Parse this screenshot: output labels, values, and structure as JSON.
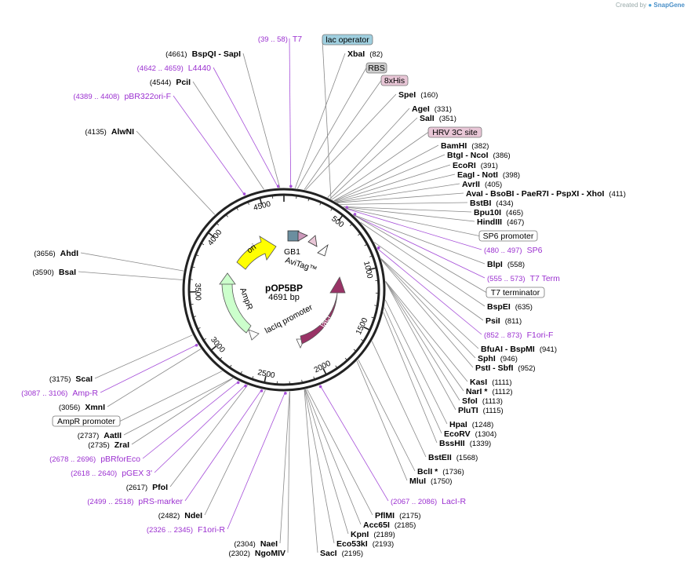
{
  "credit": {
    "prefix": "Created by",
    "brand": "SnapGene"
  },
  "plasmid": {
    "name": "pOP5BP",
    "size_label": "4691 bp",
    "length": 4691
  },
  "ticks": [
    "500",
    "1000",
    "1500",
    "2000",
    "2500",
    "3000",
    "3500",
    "4000",
    "4500"
  ],
  "features": [
    {
      "name": "ori",
      "color": "#ffff00"
    },
    {
      "name": "AmpR",
      "color": "#ccffcc"
    },
    {
      "name": "lacIq promoter",
      "color": "#ffffff"
    },
    {
      "name": "lacI",
      "color": "#993366"
    },
    {
      "name": "GB1",
      "color": "#6b8e9f"
    },
    {
      "name": "AviTag™",
      "color": "#cc99bb"
    }
  ],
  "boxed_labels": [
    {
      "text": "lac operator",
      "fill": "#9fcfdf"
    },
    {
      "text": "RBS",
      "fill": "#cccccc"
    },
    {
      "text": "8xHis",
      "fill": "#e8c6d6"
    },
    {
      "text": "HRV 3C site",
      "fill": "#e8c6d6"
    },
    {
      "text": "SP6 promoter",
      "fill": "#ffffff"
    },
    {
      "text": "T7 terminator",
      "fill": "#ffffff"
    },
    {
      "text": "AmpR promoter",
      "fill": "#ffffff"
    }
  ],
  "sites": [
    {
      "kind": "primer",
      "name": "T7",
      "range": "(39 .. 58)"
    },
    {
      "kind": "enzyme",
      "name": "XbaI",
      "pos": "(82)"
    },
    {
      "kind": "enzyme",
      "name": "SpeI",
      "pos": "(160)"
    },
    {
      "kind": "enzyme",
      "name": "AgeI",
      "pos": "(331)"
    },
    {
      "kind": "enzyme",
      "name": "SalI",
      "pos": "(351)"
    },
    {
      "kind": "enzyme",
      "name": "BamHI",
      "pos": "(382)"
    },
    {
      "kind": "enzyme",
      "name": "BtgI - NcoI",
      "pos": "(386)"
    },
    {
      "kind": "enzyme",
      "name": "EcoRI",
      "pos": "(391)"
    },
    {
      "kind": "enzyme",
      "name": "EagI - NotI",
      "pos": "(398)"
    },
    {
      "kind": "enzyme",
      "name": "AvrII",
      "pos": "(405)"
    },
    {
      "kind": "enzyme",
      "name": "AvaI - BsoBI - PaeR7I - PspXI - XhoI",
      "pos": "(411)"
    },
    {
      "kind": "enzyme",
      "name": "BstBI",
      "pos": "(434)"
    },
    {
      "kind": "enzyme",
      "name": "Bpu10I",
      "pos": "(465)"
    },
    {
      "kind": "enzyme",
      "name": "HindIII",
      "pos": "(467)"
    },
    {
      "kind": "primer",
      "name": "SP6",
      "range": "(480 .. 497)"
    },
    {
      "kind": "enzyme",
      "name": "BlpI",
      "pos": "(558)"
    },
    {
      "kind": "primer",
      "name": "T7 Term",
      "range": "(555 .. 573)"
    },
    {
      "kind": "enzyme",
      "name": "BspEI",
      "pos": "(635)"
    },
    {
      "kind": "enzyme",
      "name": "PsiI",
      "pos": "(811)"
    },
    {
      "kind": "primer",
      "name": "F1ori-F",
      "range": "(852 .. 873)"
    },
    {
      "kind": "enzyme",
      "name": "BfuAI - BspMI",
      "pos": "(941)"
    },
    {
      "kind": "enzyme",
      "name": "SphI",
      "pos": "(946)"
    },
    {
      "kind": "enzyme",
      "name": "PstI - SbfI",
      "pos": "(952)"
    },
    {
      "kind": "enzyme",
      "name": "KasI",
      "pos": "(1111)"
    },
    {
      "kind": "enzyme",
      "name": "NarI *",
      "pos": "(1112)"
    },
    {
      "kind": "enzyme",
      "name": "SfoI",
      "pos": "(1113)"
    },
    {
      "kind": "enzyme",
      "name": "PluTI",
      "pos": "(1115)"
    },
    {
      "kind": "enzyme",
      "name": "HpaI",
      "pos": "(1248)"
    },
    {
      "kind": "enzyme",
      "name": "EcoRV",
      "pos": "(1304)"
    },
    {
      "kind": "enzyme",
      "name": "BssHII",
      "pos": "(1339)"
    },
    {
      "kind": "enzyme",
      "name": "BstEII",
      "pos": "(1568)"
    },
    {
      "kind": "enzyme",
      "name": "BclI *",
      "pos": "(1736)"
    },
    {
      "kind": "enzyme",
      "name": "MluI",
      "pos": "(1750)"
    },
    {
      "kind": "primer",
      "name": "LacI-R",
      "range": "(2067 .. 2086)"
    },
    {
      "kind": "enzyme",
      "name": "PflMI",
      "pos": "(2175)"
    },
    {
      "kind": "enzyme",
      "name": "Acc65I",
      "pos": "(2185)"
    },
    {
      "kind": "enzyme",
      "name": "KpnI",
      "pos": "(2189)"
    },
    {
      "kind": "enzyme",
      "name": "Eco53kI",
      "pos": "(2193)"
    },
    {
      "kind": "enzyme",
      "name": "SacI",
      "pos": "(2195)"
    },
    {
      "kind": "enzyme",
      "name": "NaeI",
      "pos": "(2304)"
    },
    {
      "kind": "enzyme",
      "name": "NgoMIV",
      "pos": "(2302)"
    },
    {
      "kind": "primer",
      "name": "F1ori-R",
      "range": "(2326 .. 2345)"
    },
    {
      "kind": "enzyme",
      "name": "NdeI",
      "pos": "(2482)"
    },
    {
      "kind": "primer",
      "name": "pRS-marker",
      "range": "(2499 .. 2518)"
    },
    {
      "kind": "enzyme",
      "name": "PfoI",
      "pos": "(2617)"
    },
    {
      "kind": "primer",
      "name": "pGEX 3'",
      "range": "(2618 .. 2640)"
    },
    {
      "kind": "primer",
      "name": "pBRforEco",
      "range": "(2678 .. 2696)"
    },
    {
      "kind": "enzyme",
      "name": "ZraI",
      "pos": "(2735)"
    },
    {
      "kind": "enzyme",
      "name": "AatII",
      "pos": "(2737)"
    },
    {
      "kind": "enzyme",
      "name": "XmnI",
      "pos": "(3056)"
    },
    {
      "kind": "primer",
      "name": "Amp-R",
      "range": "(3087 .. 3106)"
    },
    {
      "kind": "enzyme",
      "name": "ScaI",
      "pos": "(3175)"
    },
    {
      "kind": "enzyme",
      "name": "BsaI",
      "pos": "(3590)"
    },
    {
      "kind": "enzyme",
      "name": "AhdI",
      "pos": "(3656)"
    },
    {
      "kind": "enzyme",
      "name": "AlwNI",
      "pos": "(4135)"
    },
    {
      "kind": "primer",
      "name": "pBR322ori-F",
      "range": "(4389 .. 4408)"
    },
    {
      "kind": "enzyme",
      "name": "PciI",
      "pos": "(4544)"
    },
    {
      "kind": "primer",
      "name": "L4440",
      "range": "(4642 .. 4659)"
    },
    {
      "kind": "enzyme",
      "name": "BspQI - SapI",
      "pos": "(4661)"
    }
  ]
}
